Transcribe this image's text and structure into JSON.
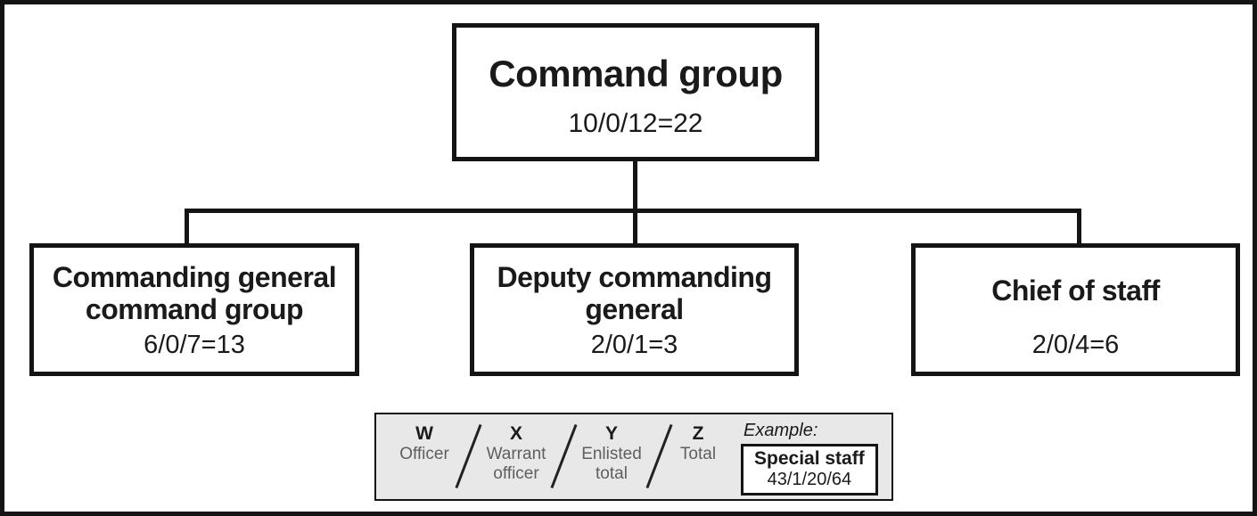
{
  "chart": {
    "type": "org-chart",
    "root": {
      "title": "Command group",
      "strength": "10/0/12=22"
    },
    "children": [
      {
        "title": "Commanding general command group",
        "strength": "6/0/7=13"
      },
      {
        "title": "Deputy commanding general",
        "strength": "2/0/1=3"
      },
      {
        "title": "Chief of staff",
        "strength": "2/0/4=6"
      }
    ]
  },
  "legend": {
    "columns": [
      {
        "letter": "W",
        "label": "Officer"
      },
      {
        "letter": "X",
        "label": "Warrant officer"
      },
      {
        "letter": "Y",
        "label": "Enlisted total"
      },
      {
        "letter": "Z",
        "label": "Total"
      }
    ],
    "separator": "/",
    "example_label": "Example:",
    "example_box": {
      "title": "Special staff",
      "value": "43/1/20/64"
    }
  },
  "colors": {
    "line_black": "#141414",
    "text_black": "#1a1a1a",
    "legend_background": "#e8e8e8",
    "muted_gray_text": "#5f5f5f"
  }
}
